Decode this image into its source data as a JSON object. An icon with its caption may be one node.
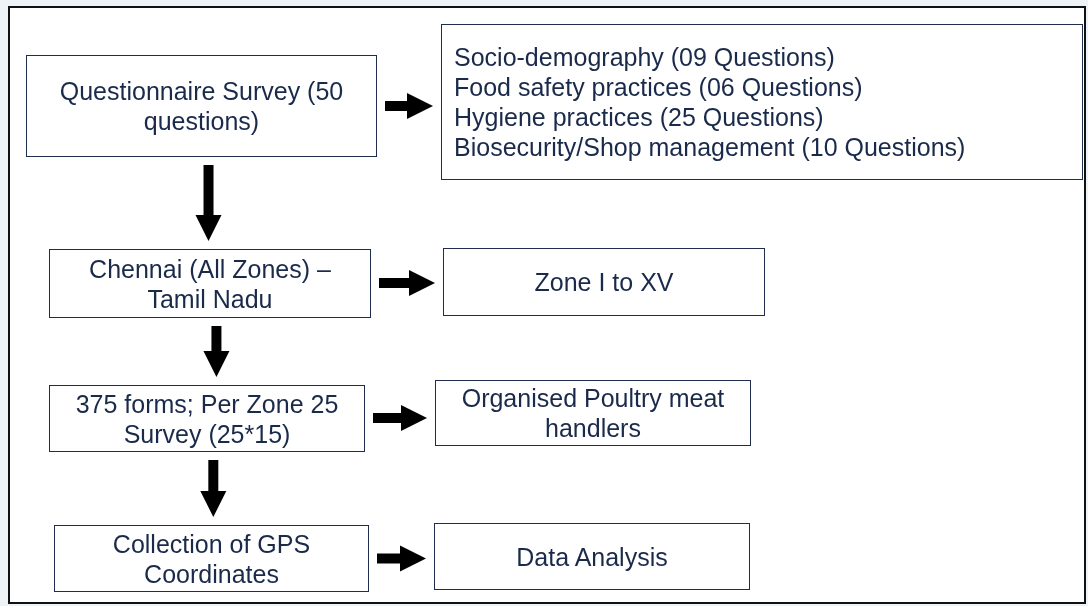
{
  "diagram": {
    "nodes": [
      {
        "text": [
          "Questionnaire Survey (50 questions)"
        ]
      },
      {
        "text": [
          "Socio-demography (09 Questions)",
          "Food safety practices (06 Questions)",
          "Hygiene practices (25 Questions)",
          "Biosecurity/Shop management (10 Questions)"
        ]
      },
      {
        "text": [
          "Chennai (All Zones) – Tamil Nadu"
        ]
      },
      {
        "text": [
          "Zone I to XV"
        ]
      },
      {
        "text": [
          "375 forms; Per Zone 25 Survey (25*15)"
        ]
      },
      {
        "text": [
          "Organised Poultry meat handlers"
        ]
      },
      {
        "text": [
          "Collection of GPS Coordinates"
        ]
      },
      {
        "text": [
          "Data Analysis"
        ]
      }
    ],
    "edges": [
      {
        "from": 0,
        "to": 1,
        "arrow": "to"
      },
      {
        "from": 0,
        "to": 2,
        "arrow": "to"
      },
      {
        "from": 2,
        "to": 3,
        "arrow": "to"
      },
      {
        "from": 2,
        "to": 4,
        "arrow": "to"
      },
      {
        "from": 4,
        "to": 5,
        "arrow": "to"
      },
      {
        "from": 4,
        "to": 6,
        "arrow": "to"
      },
      {
        "from": 6,
        "to": 7,
        "arrow": "to"
      }
    ]
  }
}
